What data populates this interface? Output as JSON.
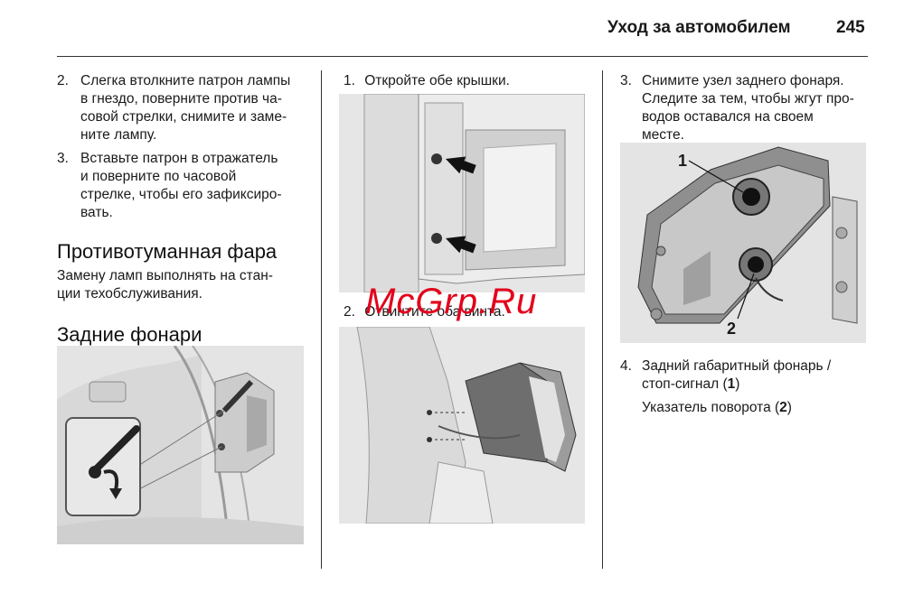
{
  "header": {
    "section_title": "Уход за автомобилем",
    "page_number": "245"
  },
  "col1": {
    "steps": [
      {
        "num": "2.",
        "lines": [
          "Слегка втолкните патрон лампы",
          "в гнездо, поверните против ча-",
          "совой стрелки, снимите и заме-",
          "ните лампу."
        ]
      },
      {
        "num": "3.",
        "lines": [
          "Вставьте патрон в отражатель",
          "и поверните по часовой",
          "стрелке, чтобы его зафиксиро-",
          "вать."
        ]
      }
    ],
    "heading_fog": "Противотуманная фара",
    "fog_text_lines": [
      "Замену ламп выполнять на стан-",
      "ции техобслуживания."
    ],
    "heading_rear": "Задние фонари"
  },
  "col2": {
    "step1": {
      "num": "1.",
      "text": "Откройте обе крышки."
    },
    "step2": {
      "num": "2.",
      "text": "Отвинтите оба винта."
    }
  },
  "col3": {
    "step3": {
      "num": "3.",
      "lines": [
        "Снимите узел заднего фонаря.",
        "Следите за тем, чтобы жгут про-",
        "водов оставался на своем",
        "месте."
      ]
    },
    "callout_1": "1",
    "callout_2": "2",
    "step4": {
      "num": "4.",
      "line1": "Задний габаритный фонарь /",
      "line2_pre": "стоп-сигнал (",
      "line2_bold": "1",
      "line2_post": ")"
    },
    "turn_pre": "Указатель поворота (",
    "turn_bold": "2",
    "turn_post": ")"
  },
  "watermark": "McGrp.Ru"
}
